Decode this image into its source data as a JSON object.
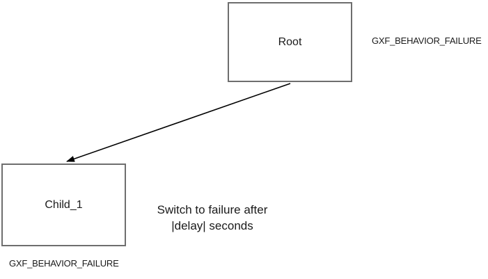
{
  "colors": {
    "background": "#ffffff",
    "node_fill": "#ffffff",
    "node_border": "#6e6e6e",
    "text": "#1a1a1a",
    "arrow": "#000000"
  },
  "nodes": {
    "root": {
      "label": "Root",
      "status": "GXF_BEHAVIOR_FAILURE"
    },
    "child_1": {
      "label": "Child_1",
      "status": "GXF_BEHAVIOR_FAILURE"
    }
  },
  "edge": {
    "from": "Root",
    "to": "Child_1",
    "annotation": {
      "line1": "Switch to failure after",
      "line2": "|delay| seconds"
    }
  }
}
